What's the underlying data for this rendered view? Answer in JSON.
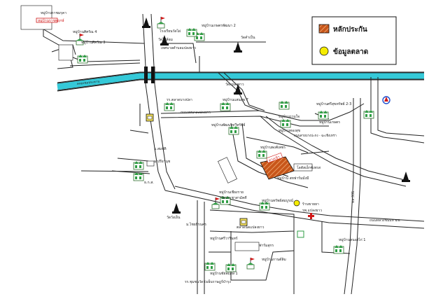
{
  "legend": {
    "stake_label": "หลักประกัน",
    "market_label": "ข้อมูลตลาด",
    "stake_color": "#c8561a",
    "market_color": "#f5ec00"
  },
  "highlight": {
    "stake_parcel": "หลักประกัน",
    "road_tag": "ทางเข้า"
  },
  "labels": {
    "rajapruek_village": "หมู่บ้านราชพฤกษ์",
    "rajamaruek_village": "หมู่บ้านราชมรุคา",
    "pruksa4": "หมู่บ้านศิศรัณ 4",
    "pruksa3": "หมู่บ้านศิศรัณ 3",
    "school_top": "โรงเรียนวัดไผ่",
    "wat_phai_lom": "วัดไผ่ล้อม",
    "kaset_village": "หมู่บ้านเกษตรพัฒนา 2",
    "wat_kham": "วัดคำเป็น",
    "municipality": "เทศบาลตำบลแปลงยาว",
    "canal": "คลองชลประทาน",
    "wat_plaeng_yao": "วัดแปลงยาว",
    "market_sw": "รร.ตลาดบางปลา",
    "village_center": "หมู่บ้านแสนสุข 7",
    "police": "สภ.",
    "road_center": "ถนนเทศบาลแปลงยาว",
    "village_pattana": "หมู่บ้านพัฒนาทวีทรัพย์",
    "village_ruamjai": "หมู่บ้านรวมใจ",
    "kho_road": "ถนนสายบางปะกง - ฉะเชิงเทรา",
    "village_thongsuk": "หมู่บ้านทองสุข",
    "nong_shop": "ม.สมบัติ",
    "priyanut": "ม.ปรียานุช",
    "tc": "ธ.ก.ส.",
    "mall": "โลตัสเอ็กซ์เพรส",
    "pw_village": "หมู่บ้านพงศ์เพชร",
    "village_ne": "หมู่บ้านสุขสันต์",
    "village_e1": "หมู่บ้านศรีสุขทรัพย์ 2-3",
    "village_e2": "หมู่บ้านเกษตร",
    "wat_temple_right": "วัดลาดขวาง",
    "village_chaiyaphruek": "หมู่บ้านชัยพฤกษ์ 1",
    "pk_village": "หมู่บ้านพฤกษา",
    "wat_prachasamakkhi": "วัดประชาสามัคคี",
    "village_karnlim": "หมู่บ้านกานต์ลิม",
    "khlong_village": "หมู่บ้าน สหฟาร์มมั่งมี",
    "hospital_label": "รพ.แปลงยาว",
    "pharmacy": "ร้านขายยา",
    "village_mid": "หมู่บ้านทรัพย์สมบูรณ์",
    "wat_wang_yen": "วัดวังเย็น",
    "shop_left": "ม.ไชยธีรนคร",
    "market_center": "ตลาดนัดแปลงยาว",
    "pwfresh": "ฟาร์มสุกร",
    "house_plaza": "หมู่บ้านศรีวารินทร์",
    "village_chiang": "หมู่บ้านเชียงราย",
    "road_south": "ถนนหลวงชนบท ฉช.",
    "school_bottom": "รร.ชุมชนวัดวังเย็นราษฎร์บำรุง",
    "village_nongkhai": "หมู่บ้านหนองไก่ 1",
    "village_sp": "หมู่บ้านศรีสุข",
    "road_331": "ทล.331",
    "khao_ch_road": "ถนนสาย 3245"
  },
  "icons": {
    "temple": "temple-icon",
    "village": "village-icon",
    "fuel": "fuel-station-icon",
    "hospital": "hospital-cross-icon",
    "shop": "shop-icon",
    "school": "school-flag-icon"
  }
}
